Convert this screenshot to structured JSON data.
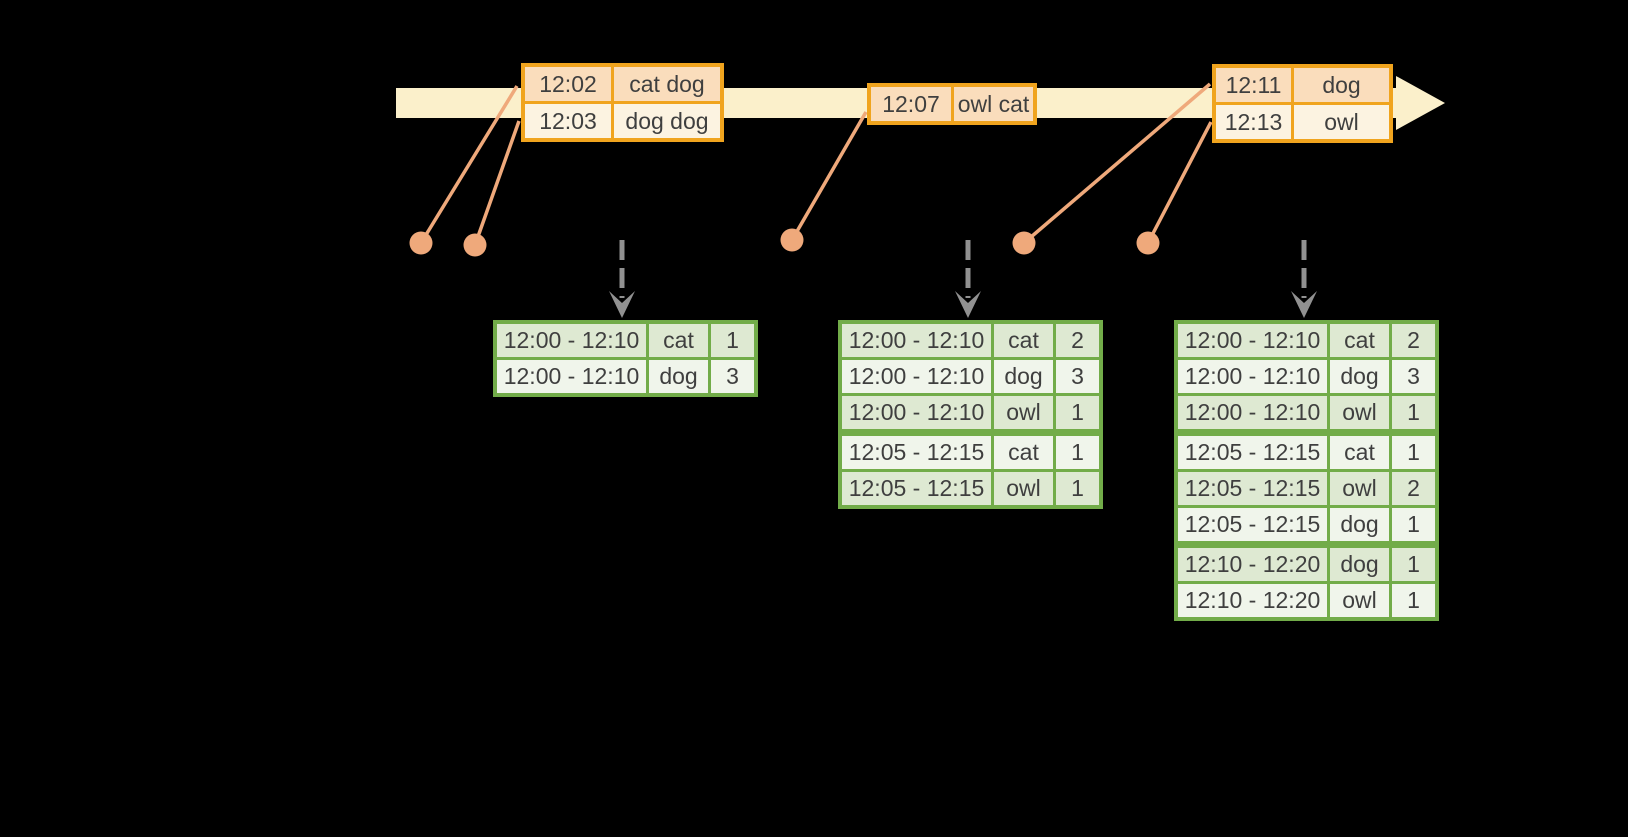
{
  "colors": {
    "background": "#000000",
    "timeline-fill": "#FBF0CB",
    "event-border": "#F0A41E",
    "event-row-dark": "#FADDBC",
    "event-row-light": "#FCF3E1",
    "connector": "#EFA97B",
    "result-border": "#72AC49",
    "result-row-dark": "#DEE9D2",
    "result-row-light": "#F0F5EB",
    "trigger-gray": "#919191",
    "cell-text": "#3F3F3F"
  },
  "event_tables": [
    {
      "rows": [
        {
          "cells": [
            "12:02",
            "cat dog"
          ]
        },
        {
          "cells": [
            "12:03",
            "dog dog"
          ]
        }
      ]
    },
    {
      "rows": [
        {
          "cells": [
            "12:07",
            "owl cat"
          ]
        }
      ]
    },
    {
      "rows": [
        {
          "cells": [
            "12:11",
            "dog"
          ]
        },
        {
          "cells": [
            "12:13",
            "owl"
          ]
        }
      ]
    }
  ],
  "result_tables": [
    {
      "rows": [
        {
          "cells": [
            "12:00 - 12:10",
            "cat",
            "1"
          ]
        },
        {
          "cells": [
            "12:00 - 12:10",
            "dog",
            "3"
          ]
        }
      ]
    },
    {
      "rows": [
        {
          "cells": [
            "12:00 - 12:10",
            "cat",
            "2"
          ]
        },
        {
          "cells": [
            "12:00 - 12:10",
            "dog",
            "3"
          ]
        },
        {
          "cells": [
            "12:00 - 12:10",
            "owl",
            "1"
          ]
        },
        {
          "cells": [
            "12:05 - 12:15",
            "cat",
            "1"
          ],
          "new_window": true
        },
        {
          "cells": [
            "12:05 - 12:15",
            "owl",
            "1"
          ]
        }
      ]
    },
    {
      "rows": [
        {
          "cells": [
            "12:00 - 12:10",
            "cat",
            "2"
          ]
        },
        {
          "cells": [
            "12:00 - 12:10",
            "dog",
            "3"
          ]
        },
        {
          "cells": [
            "12:00 - 12:10",
            "owl",
            "1"
          ]
        },
        {
          "cells": [
            "12:05 - 12:15",
            "cat",
            "1"
          ],
          "new_window": true
        },
        {
          "cells": [
            "12:05 - 12:15",
            "owl",
            "2"
          ]
        },
        {
          "cells": [
            "12:05 - 12:15",
            "dog",
            "1"
          ]
        },
        {
          "cells": [
            "12:10 - 12:20",
            "dog",
            "1"
          ],
          "new_window": true
        },
        {
          "cells": [
            "12:10 - 12:20",
            "owl",
            "1"
          ]
        }
      ]
    }
  ]
}
